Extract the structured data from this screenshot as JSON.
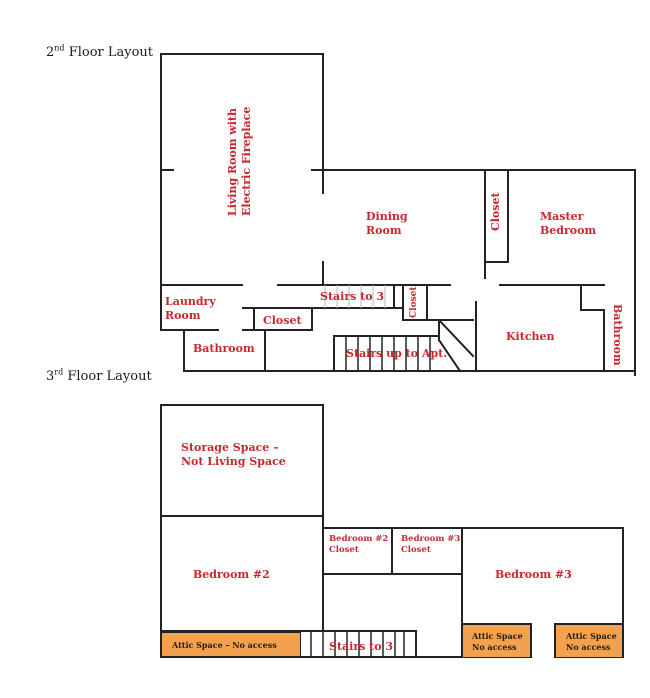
{
  "floors": [
    {
      "title_number": "2",
      "title_suffix": "nd",
      "title_rest": " Floor Layout",
      "rooms": {
        "living_room": {
          "line1": "Living Room with",
          "line2": "Electric Fireplace"
        },
        "dining_room": {
          "line1": "Dining",
          "line2": "Room"
        },
        "closet_master": "Closet",
        "master_bedroom": {
          "line1": "Master",
          "line2": "Bedroom"
        },
        "laundry_room": {
          "line1": "Laundry",
          "line2": "Room"
        },
        "closet_hall": "Closet",
        "bathroom_left": "Bathroom",
        "stairs_to_3": "Stairs to 3",
        "closet_stairs": "Closet",
        "stairs_up": "Stairs up to Apt.",
        "kitchen": "Kitchen",
        "bathroom_right": "Bathroom"
      }
    },
    {
      "title_number": "3",
      "title_suffix": "rd",
      "title_rest": " Floor Layout",
      "rooms": {
        "storage": {
          "line1": "Storage Space –",
          "line2": "Not Living Space"
        },
        "bedroom2": "Bedroom #2",
        "bedroom2_closet": {
          "line1": "Bedroom #2",
          "line2": "Closet"
        },
        "bedroom3_closet": {
          "line1": "Bedroom #3",
          "line2": "Closet"
        },
        "bedroom3": "Bedroom #3",
        "stairs_to_3": "Stairs to 3",
        "attic_left": "Attic Space – No access",
        "attic_mid": {
          "line1": "Attic Space",
          "line2": "No access"
        },
        "attic_right": {
          "line1": "Attic Space",
          "line2": "No access"
        }
      }
    }
  ],
  "colors": {
    "label_red": "#c8282d",
    "wall": "#222222",
    "attic_fill": "#f2a24f"
  }
}
